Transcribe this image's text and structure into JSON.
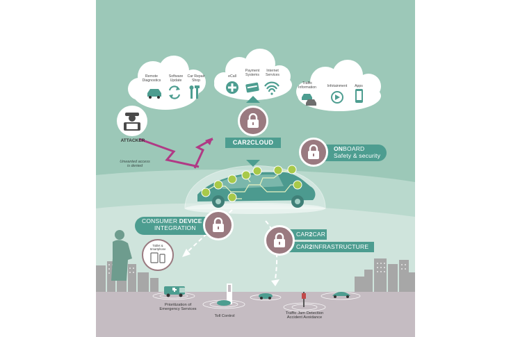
{
  "colors": {
    "panel": "#9cc8b8",
    "dark_teal": "#4d9d90",
    "lock_badge": "#9a7a80",
    "arrow_attack": "#b03a85",
    "feature_dot": "#a8c94a",
    "ground": "#c5bcc2",
    "buildings": "#a7a7a7"
  },
  "clouds": {
    "left": [
      {
        "label": "Remote\nDiagnostics",
        "icon": "car-icon"
      },
      {
        "label": "Software\nUpdate",
        "icon": "refresh-icon"
      },
      {
        "label": "Car Repair\nShop",
        "icon": "wrench-icon"
      }
    ],
    "center": [
      {
        "label": "eCall",
        "icon": "plus-icon"
      },
      {
        "label": "Payment\nSystems",
        "icon": "card-icon"
      },
      {
        "label": "Internet\nServices",
        "icon": "wifi-icon"
      }
    ],
    "right": [
      {
        "label": "Traffic\nInformation",
        "icon": "cars-icon"
      },
      {
        "label": "Infotainment",
        "icon": "play-icon"
      },
      {
        "label": "Apps",
        "icon": "phone-icon"
      }
    ]
  },
  "attacker": {
    "label": "ATTACKER",
    "note": "Unwanted access\nis denied"
  },
  "tags": {
    "car2cloud": "CAR2CLOUD",
    "onboard_bold": "ON",
    "onboard_rest": "BOARD",
    "safety": "Safety & security",
    "consumer": "CONSUMER ",
    "device": "DEVICE",
    "integration": "INTEGRATION",
    "car2car_a": "CAR",
    "car2car_b": "2",
    "car2car_c": "CAR",
    "infra_a": "CAR",
    "infra_b": "2",
    "infra_c": "INFRASTRUCTURE"
  },
  "ground_labels": {
    "tablet": "Tablet &\nSmartphone",
    "emergency": "Prioritization of\nEmergency Services",
    "toll": "Toll Control",
    "traffic": "Traffic Jam Detection\nAccident Avoidance"
  }
}
